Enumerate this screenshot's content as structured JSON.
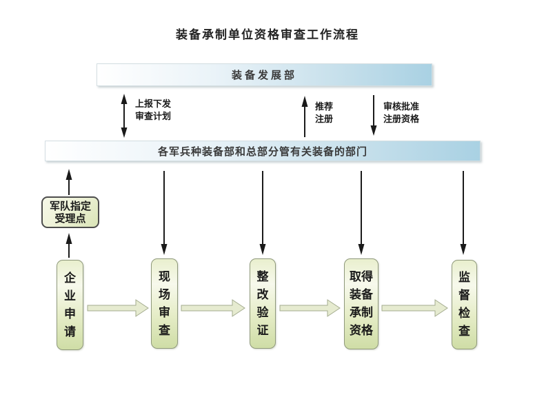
{
  "title": "装备承制单位资格审查工作流程",
  "top_bar": {
    "label": "装备发展部"
  },
  "mid_bar": {
    "label": "各军兵种装备部和总部分管有关装备的部门"
  },
  "flow_labels": {
    "report_plan": "上报下发审查计划",
    "recommend": "推荐注册",
    "approve": "审核批准注册资格"
  },
  "acceptance_point": {
    "label": "军队指定受理点"
  },
  "steps": [
    {
      "label": "企业申请"
    },
    {
      "label": "现场审查"
    },
    {
      "label": "整改验证"
    },
    {
      "label": "取得装备承制资格"
    },
    {
      "label": "监督检查"
    }
  ],
  "colors": {
    "bar_blue": "#a9d1e3",
    "box_green_light": "#f7f9ec",
    "box_green_dark": "#cfdda6",
    "block_arrow_fill": "#e6ebd0",
    "arrow_black": "#1a1a1a"
  }
}
